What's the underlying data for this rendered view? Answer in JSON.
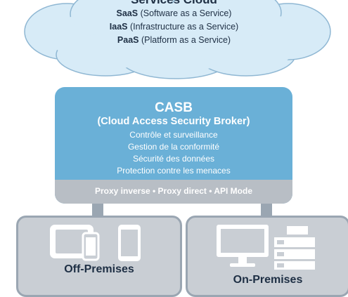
{
  "cloud": {
    "title": "Services Cloud",
    "services": [
      {
        "abbr": "SaaS",
        "desc": " (Software as a Service)"
      },
      {
        "abbr": "IaaS",
        "desc": " (Infrastructure  as a Service)"
      },
      {
        "abbr": "PaaS",
        "desc": " (Platform  as a Service)"
      }
    ]
  },
  "casb": {
    "title": "CASB",
    "subtitle": "(Cloud Access Security Broker)",
    "functions": [
      "Contrôle et surveillance",
      "Gestion de la conformité",
      "Sécurité des données",
      "Protection contre les menaces"
    ],
    "modes": "Proxy inverse  •  Proxy direct  •  API Mode"
  },
  "boxes": {
    "off_premises": "Off-Premises",
    "on_premises": "On-Premises"
  },
  "colors": {
    "cloud_fill": "#d7ebf7",
    "cloud_stroke": "#8fb7d3",
    "casb_blue": "#6ab0d7",
    "proxy_gray": "#b8bec5",
    "box_fill": "#c9ced4",
    "box_stroke": "#9aa6b2",
    "text_dark": "#1e2f44"
  }
}
